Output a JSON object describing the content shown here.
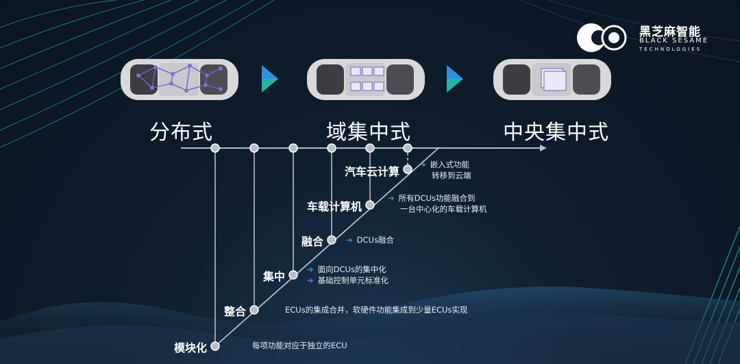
{
  "logo": {
    "cn": "黑芝麻智能",
    "en_line1": "BLACK SESAME",
    "en_line2": "TECHNOLOGIES"
  },
  "stages": [
    {
      "label": "分布式"
    },
    {
      "label": "域集中式"
    },
    {
      "label": "中央集中式"
    }
  ],
  "steps": [
    {
      "label": "模块化",
      "desc": [
        "每项功能对应于独立的ECU"
      ]
    },
    {
      "label": "整合",
      "desc": [
        "ECUs的集成合并，软硬件功能集成到少量ECUs实现"
      ]
    },
    {
      "label": "集中",
      "desc": [
        "面向DCUs的集中化",
        "基础控制单元标准化"
      ]
    },
    {
      "label": "融合",
      "desc": [
        "DCUs融合"
      ]
    },
    {
      "label": "车载计算机",
      "desc": [
        "所有DCUs功能融合到",
        "一台中心化的车载计算机"
      ]
    },
    {
      "label": "汽车云计算",
      "desc": [
        "嵌入式功能",
        "转移到云端"
      ]
    }
  ],
  "colors": {
    "accent_blue": "#2f8fe0",
    "accent_teal": "#1fb8a4",
    "node": "#b9bec4",
    "car_body": "#d9d9db",
    "network_purple": "#7b5cc9"
  }
}
